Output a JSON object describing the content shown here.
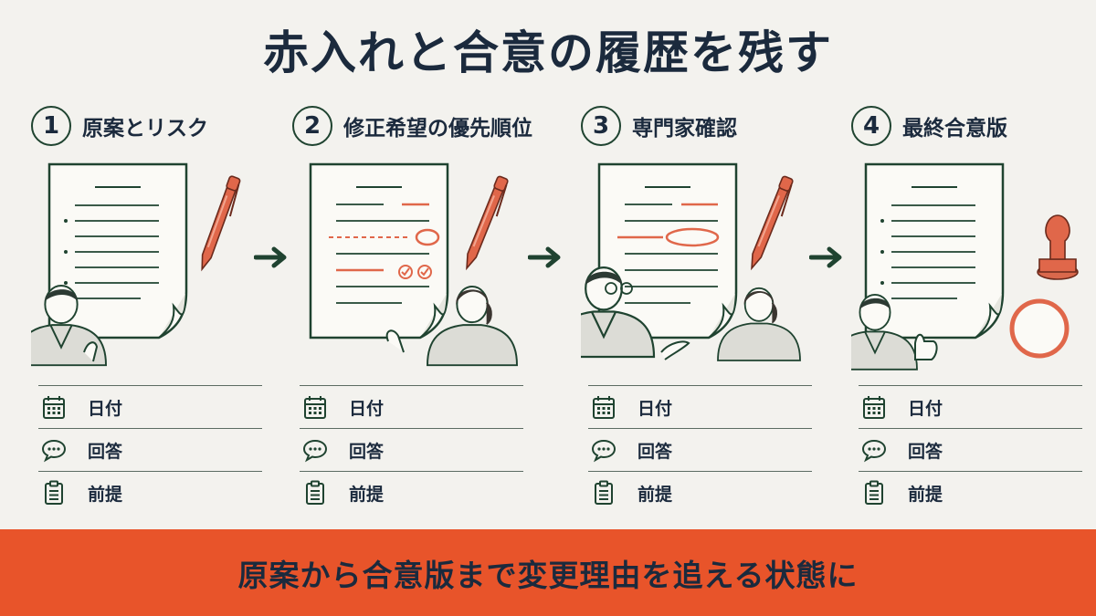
{
  "title": "赤入れと合意の履歴を残す",
  "steps": [
    {
      "number": "1",
      "title": "原案とリスク"
    },
    {
      "number": "2",
      "title": "修正希望の優先順位"
    },
    {
      "number": "3",
      "title": "専門家確認"
    },
    {
      "number": "4",
      "title": "最終合意版"
    }
  ],
  "fields": {
    "date": "日付",
    "answer": "回答",
    "premise": "前提"
  },
  "banner": "原案から合意版まで変更理由を追える状態に",
  "colors": {
    "accent": "#e8542a",
    "dark_green": "#1f4330",
    "navy": "#1b2a3d"
  }
}
